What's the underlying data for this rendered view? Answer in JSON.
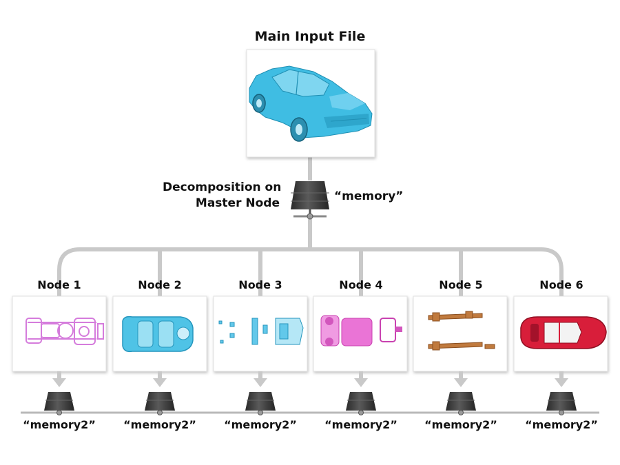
{
  "title": "Main Input File",
  "master": {
    "label_line1": "Decomposition on",
    "label_line2": "Master Node",
    "memory_label": "“memory”"
  },
  "nodes": [
    {
      "label": "Node 1",
      "memory_label": "“memory2”",
      "part_color": "#d57cdc"
    },
    {
      "label": "Node 2",
      "memory_label": "“memory2”",
      "part_color": "#4fc3e6"
    },
    {
      "label": "Node 3",
      "memory_label": "“memory2”",
      "part_color": "#62c8ea"
    },
    {
      "label": "Node 4",
      "memory_label": "“memory2”",
      "part_color": "#ea74d6"
    },
    {
      "label": "Node 5",
      "memory_label": "“memory2”",
      "part_color": "#c07a3e"
    },
    {
      "label": "Node 6",
      "memory_label": "“memory2”",
      "part_color": "#d81e3a"
    }
  ],
  "colors": {
    "connector": "#c9c9c9",
    "server": "#3b3b3b",
    "car_body": "#3fbde3"
  }
}
